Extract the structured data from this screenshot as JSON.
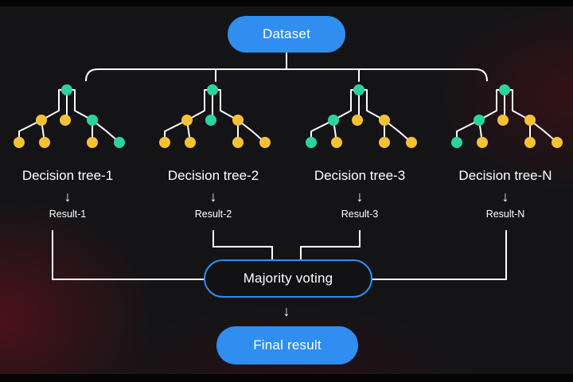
{
  "diagram": {
    "title_node": "Dataset",
    "trees": [
      {
        "label": "Decision tree-1",
        "result": "Result-1"
      },
      {
        "label": "Decision tree-2",
        "result": "Result-2"
      },
      {
        "label": "Decision tree-3",
        "result": "Result-3"
      },
      {
        "label": "Decision tree-N",
        "result": "Result-N"
      }
    ],
    "aggregator": "Majority voting",
    "output": "Final result",
    "arrow_glyph": "↓"
  },
  "colors": {
    "background": "#141417",
    "accent_blue": "#2f8ef0",
    "node_teal": "#2bd3a0",
    "node_yellow": "#f7c135",
    "line": "#ffffff"
  },
  "tree_patterns": [
    [
      "teal",
      "yellow",
      "yellow",
      "teal",
      "yellow",
      "yellow",
      "yellow",
      "yellow",
      "yellow",
      "teal"
    ],
    [
      "teal",
      "yellow",
      "teal",
      "yellow",
      "yellow",
      "yellow",
      "yellow",
      "yellow",
      "yellow",
      "yellow"
    ],
    [
      "teal",
      "teal",
      "yellow",
      "yellow",
      "teal",
      "yellow",
      "yellow",
      "yellow",
      "yellow",
      "yellow"
    ],
    [
      "teal",
      "teal",
      "yellow",
      "yellow",
      "teal",
      "yellow",
      "yellow",
      "yellow",
      "yellow",
      "yellow"
    ]
  ]
}
